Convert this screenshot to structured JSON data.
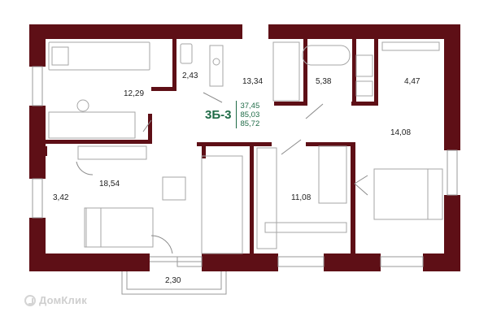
{
  "apartment": {
    "code": "3Б-3",
    "areas": [
      "37,45",
      "85,03",
      "85,72"
    ]
  },
  "rooms": [
    {
      "id": "bedroom-top-left",
      "area": "12,29"
    },
    {
      "id": "wc",
      "area": "2,43"
    },
    {
      "id": "hall",
      "area": "13,34"
    },
    {
      "id": "bathroom",
      "area": "5,38"
    },
    {
      "id": "dressing",
      "area": "4,47"
    },
    {
      "id": "corridor-right",
      "area": "14,08"
    },
    {
      "id": "living-kitchen",
      "area": "18,54"
    },
    {
      "id": "loggia-left",
      "area": "3,42"
    },
    {
      "id": "bedroom-middle",
      "area": "11,08"
    },
    {
      "id": "balcony",
      "area": "2,30"
    }
  ],
  "watermark": "ДомКлик",
  "colors": {
    "wall": "#5e0f16",
    "accent": "#1f6b47",
    "fixture": "#9a9a9a"
  }
}
